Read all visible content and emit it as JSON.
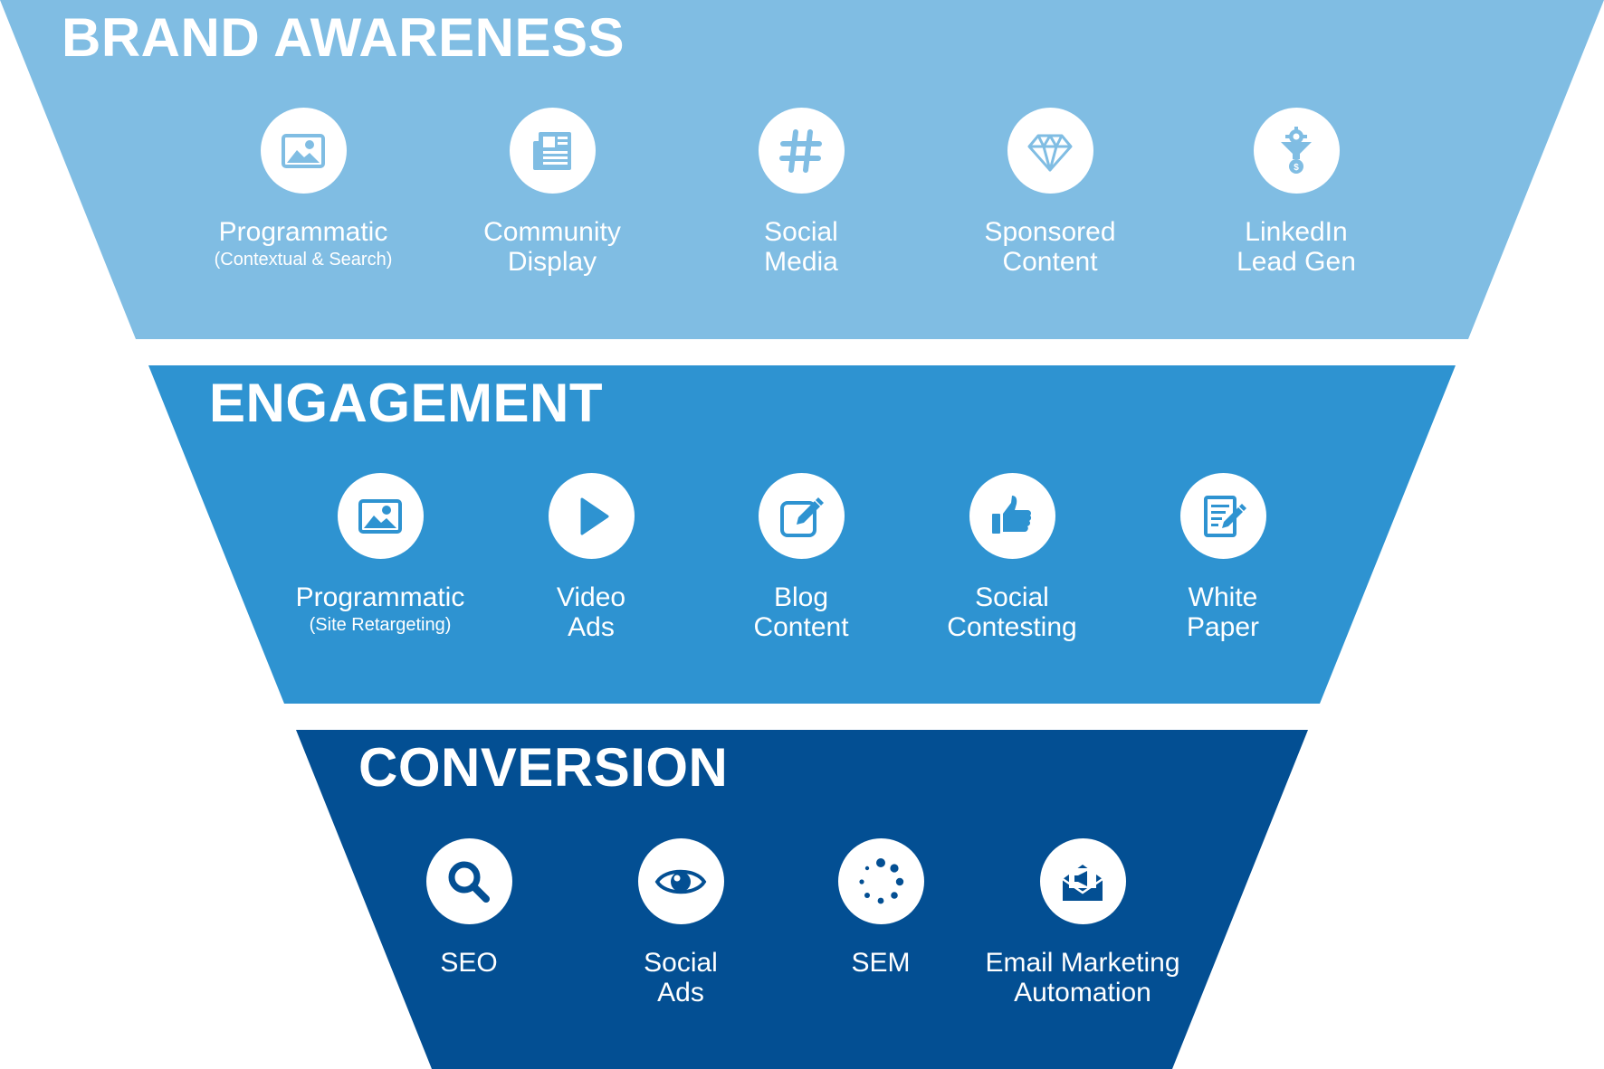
{
  "colors": {
    "brand_awareness": "#80bde3",
    "engagement": "#2e93d1",
    "conversion": "#034f93",
    "icon_bg": "#ffffff"
  },
  "stages": {
    "brand_awareness": {
      "title": "BRAND AWARENESS",
      "items": [
        {
          "label_1": "Programmatic",
          "sub": "(Contextual & Search)",
          "icon": "image-icon"
        },
        {
          "label_1": "Community",
          "label_2": "Display",
          "icon": "newspaper-icon"
        },
        {
          "label_1": "Social",
          "label_2": "Media",
          "icon": "hashtag-icon"
        },
        {
          "label_1": "Sponsored",
          "label_2": "Content",
          "icon": "diamond-icon"
        },
        {
          "label_1": "LinkedIn",
          "label_2": "Lead Gen",
          "icon": "funnel-gear-icon"
        }
      ]
    },
    "engagement": {
      "title": "ENGAGEMENT",
      "items": [
        {
          "label_1": "Programmatic",
          "sub": "(Site Retargeting)",
          "icon": "image-icon"
        },
        {
          "label_1": "Video",
          "label_2": "Ads",
          "icon": "play-icon"
        },
        {
          "label_1": "Blog",
          "label_2": "Content",
          "icon": "edit-icon"
        },
        {
          "label_1": "Social",
          "label_2": "Contesting",
          "icon": "thumbs-up-icon"
        },
        {
          "label_1": "White",
          "label_2": "Paper",
          "icon": "document-pen-icon"
        }
      ]
    },
    "conversion": {
      "title": "CONVERSION",
      "items": [
        {
          "label_1": "SEO",
          "icon": "search-icon"
        },
        {
          "label_1": "Social",
          "label_2": "Ads",
          "icon": "eye-icon"
        },
        {
          "label_1": "SEM",
          "icon": "loading-dots-icon"
        },
        {
          "label_1": "Email Marketing",
          "label_2": "Automation",
          "icon": "email-megaphone-icon"
        }
      ]
    }
  }
}
